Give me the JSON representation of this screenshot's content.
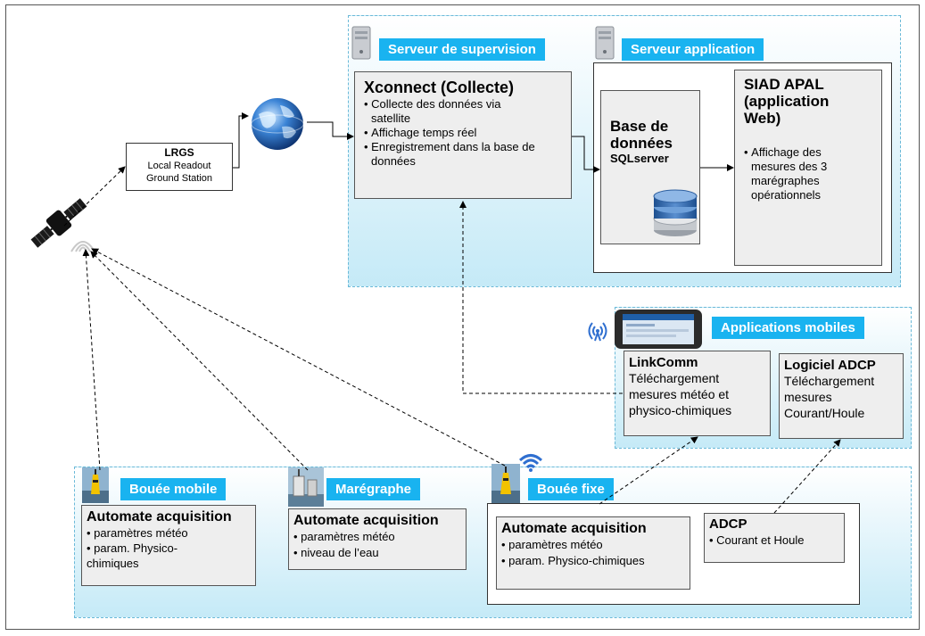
{
  "supervision": {
    "label": "Serveur de supervision"
  },
  "app_server": {
    "label": "Serveur application"
  },
  "xconnect": {
    "title": "Xconnect (Collecte)",
    "items": [
      "Collecte des données via",
      "satellite",
      "Affichage temps réel",
      "Enregistrement dans la base de",
      "données"
    ]
  },
  "database": {
    "title_1": "Base de",
    "title_2": "données",
    "subtitle": "SQLserver"
  },
  "siad": {
    "title_1": "SIAD APAL",
    "title_2": "(application",
    "title_3": "Web)",
    "items": [
      "Affichage des",
      "mesures des 3",
      "marégraphes",
      "opérationnels"
    ]
  },
  "lrgs": {
    "title": "LRGS",
    "line_1": "Local Readout",
    "line_2": "Ground Station"
  },
  "mobile_apps": {
    "label": "Applications mobiles"
  },
  "linkcomm": {
    "title": "LinkComm",
    "lines": [
      "Téléchargement",
      "mesures météo et",
      "physico-chimiques"
    ]
  },
  "adcp_software": {
    "title": "Logiciel ADCP",
    "lines": [
      "Téléchargement",
      "mesures",
      "Courant/Houle"
    ]
  },
  "buoy_mobile": {
    "label": "Bouée mobile",
    "box_title": "Automate acquisition",
    "items": [
      "paramètres météo",
      "param. Physico-"
    ],
    "continuation": "chimiques"
  },
  "tide_gauge": {
    "label": "Marégraphe",
    "box_title": "Automate acquisition",
    "items": [
      "paramètres météo",
      "niveau de l’eau"
    ]
  },
  "buoy_fixed": {
    "label": "Bouée fixe",
    "box_title": "Automate acquisition",
    "items": [
      "paramètres météo",
      "param. Physico-chimiques"
    ]
  },
  "adcp": {
    "title": "ADCP",
    "items": [
      "Courant et Houle"
    ]
  },
  "colors": {
    "accent": "#19b3f0",
    "zone_fill": "#c5eaf7",
    "zone_border": "#6ab9d8",
    "box_fill": "#eeeeee"
  }
}
